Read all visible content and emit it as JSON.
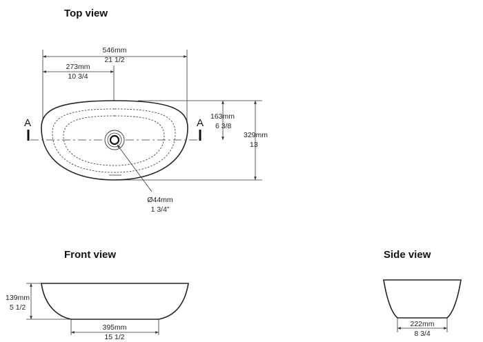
{
  "views": {
    "top": {
      "title": "Top view",
      "section_marker": "A",
      "overall_width": {
        "mm": "546mm",
        "in": "21 1/2"
      },
      "center_offset": {
        "mm": "273mm",
        "in": "10 3/4"
      },
      "half_depth": {
        "mm": "163mm",
        "in": "6 3/8"
      },
      "overall_depth": {
        "mm": "329mm",
        "in": "13"
      },
      "waste": {
        "mm": "Ø44mm",
        "in": "1 3/4”"
      }
    },
    "front": {
      "title": "Front view",
      "height": {
        "mm": "139mm",
        "in": "5 1/2"
      },
      "base_width": {
        "mm": "395mm",
        "in": "15 1/2"
      }
    },
    "side": {
      "title": "Side view",
      "base_width": {
        "mm": "222mm",
        "in": "8 3/4"
      }
    }
  }
}
